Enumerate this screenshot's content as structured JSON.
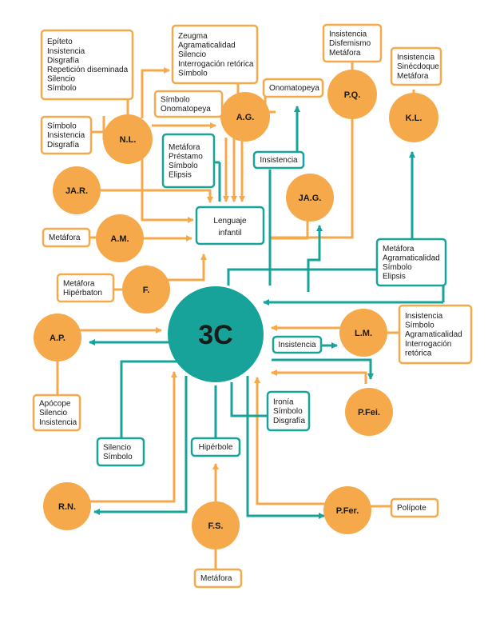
{
  "colors": {
    "orange": "#f5a94a",
    "teal": "#17a39a",
    "text": "#1a1a1a"
  },
  "center": "3C",
  "hub": [
    "Lenguaje",
    "infantil"
  ],
  "nodes": {
    "nl": "N.L.",
    "ag": "A.G.",
    "pq": "P.Q.",
    "kl": "K.L.",
    "jar": "JA.R.",
    "jag": "JA.G.",
    "am": "A.M.",
    "f": "F.",
    "ap": "A.P.",
    "lm": "L.M.",
    "pfei": "P.Fei.",
    "rn": "R.N.",
    "fs": "F.S.",
    "pfer": "P.Fer."
  },
  "boxes": {
    "nl_top": [
      "Epíteto",
      "Insistencia",
      "Disgrafía",
      "Repetición diseminada",
      "Silencio",
      "Símbolo"
    ],
    "nl_left": [
      "Símbolo",
      "Insistencia",
      "Disgrafía"
    ],
    "ag_top": [
      "Zeugma",
      "Agramaticalidad",
      "Silencio",
      "Interrogación retórica",
      "Símbolo"
    ],
    "ag_left": [
      "Símbolo",
      "Onomatopeya"
    ],
    "ag_right": [
      "Onomatopeya"
    ],
    "pq": [
      "Insistencia",
      "Disfemismo",
      "Metáfora"
    ],
    "kl": [
      "Insistencia",
      "Sinécdoque",
      "Metáfora"
    ],
    "teal_metafora": [
      "Metáfora",
      "Préstamo",
      "Símbolo",
      "Elipsis"
    ],
    "teal_insist_top": [
      "Insistencia"
    ],
    "am": [
      "Metáfora"
    ],
    "f": [
      "Metáfora",
      "Hipérbaton"
    ],
    "teal_agram": [
      "Metáfora",
      "Agramaticalidad",
      "Símbolo",
      "Elipsis"
    ],
    "lm": [
      "Insistencia",
      "Símbolo",
      "Agramaticalidad",
      "Interrogación",
      "retórica"
    ],
    "teal_insist_mid": [
      "Insistencia"
    ],
    "ap": [
      "Apócope",
      "Silencio",
      "Insistencia"
    ],
    "teal_ironia": [
      "Ironía",
      "Símbolo",
      "Disgrafía"
    ],
    "teal_silencio": [
      "Silencio",
      "Símbolo"
    ],
    "teal_hiperbole": [
      "Hipérbole"
    ],
    "pfer": [
      "Polípote"
    ],
    "fs": [
      "Metáfora"
    ]
  }
}
